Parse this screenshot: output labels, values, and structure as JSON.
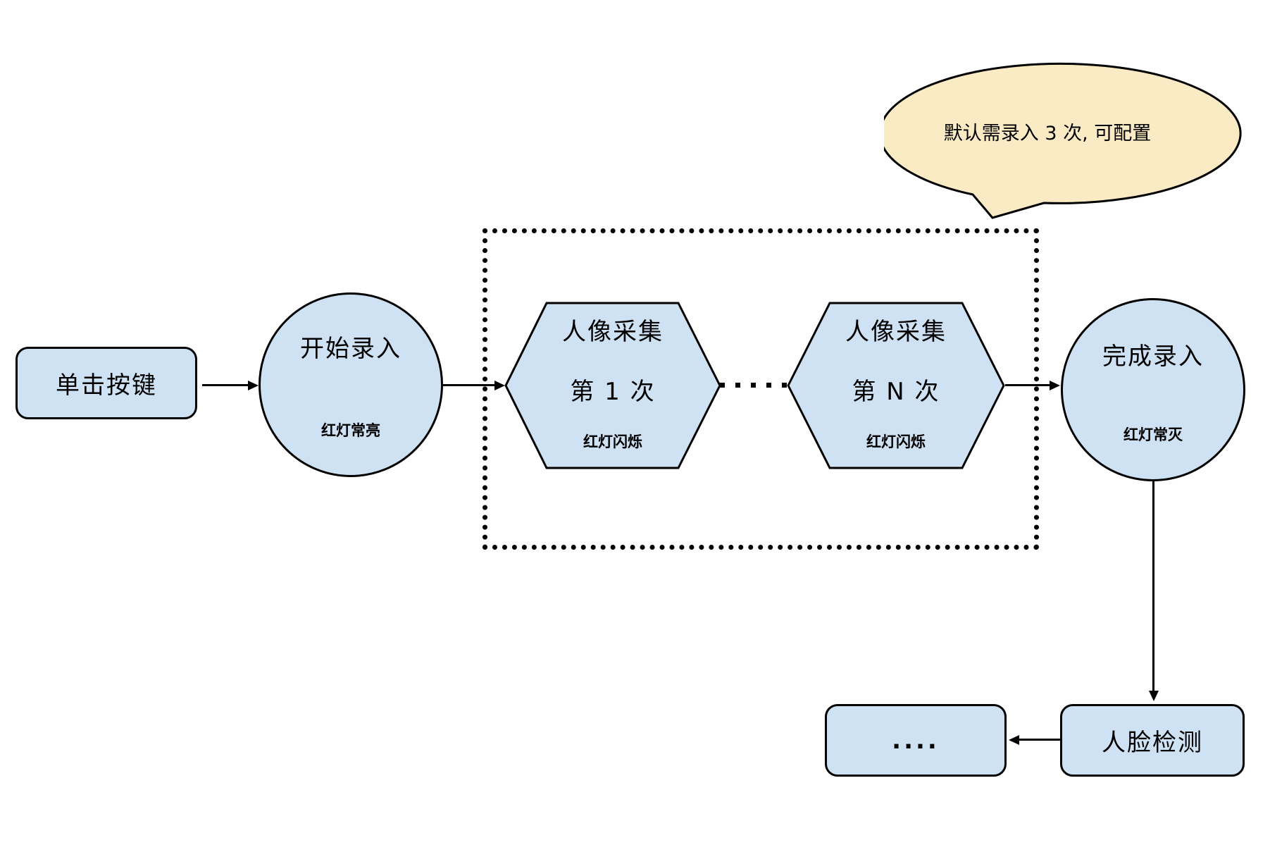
{
  "callout": {
    "text": "默认需录入 3 次, 可配置"
  },
  "nodes": {
    "click_button": {
      "label": "单击按键"
    },
    "start_recording": {
      "label": "开始录入",
      "sublabel": "红灯常亮"
    },
    "capture_first": {
      "line1": "人像采集",
      "line2": "第 1 次",
      "sublabel": "红灯闪烁"
    },
    "capture_nth": {
      "line1": "人像采集",
      "line2": "第 N 次",
      "sublabel": "红灯闪烁"
    },
    "finish_recording": {
      "label": "完成录入",
      "sublabel": "红灯常灭"
    },
    "face_detection": {
      "label": "人脸检测"
    },
    "continuation": {
      "label": "...."
    }
  },
  "colors": {
    "node_fill": "#CFE2F3",
    "callout_fill": "#FAEBC4",
    "stroke": "#000000"
  }
}
